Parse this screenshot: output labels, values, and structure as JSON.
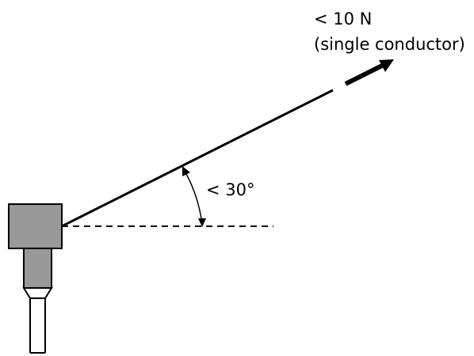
{
  "diagram": {
    "force_label": "< 10 N",
    "conductor_label": "(single conductor)",
    "angle_label": "< 30°"
  },
  "colors": {
    "housing_fill": "#999999",
    "stroke": "#000000",
    "background": "#ffffff"
  }
}
